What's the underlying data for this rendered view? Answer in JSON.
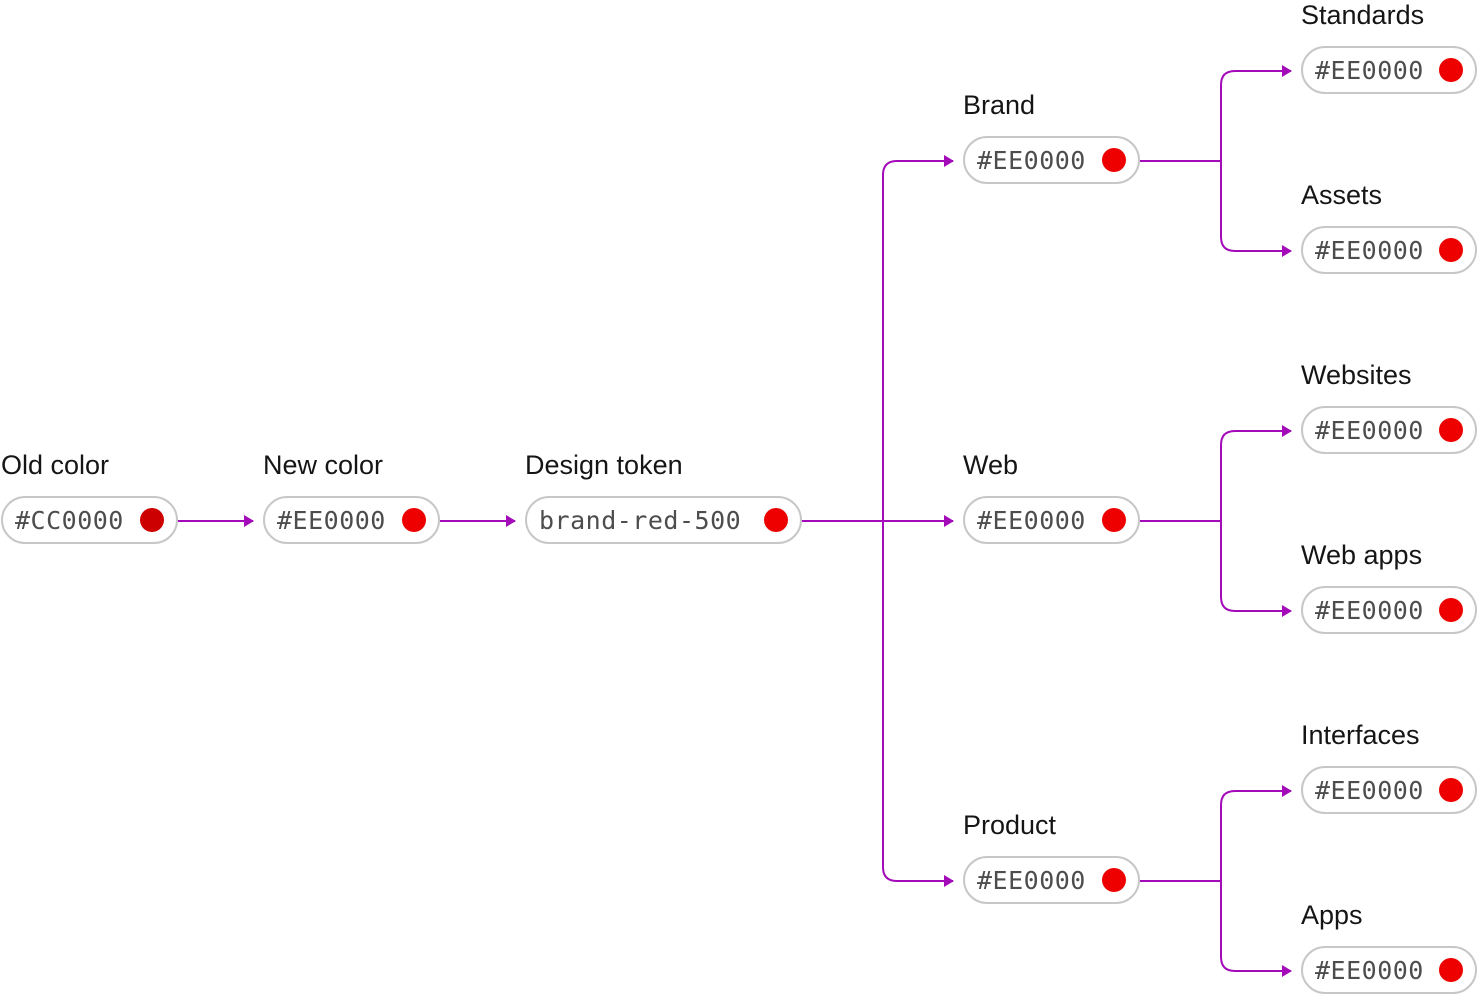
{
  "connector_color": "#a30bb8",
  "nodes": {
    "old_color": {
      "label": "Old color",
      "value": "#CC0000",
      "swatch": "#cc0000"
    },
    "new_color": {
      "label": "New color",
      "value": "#EE0000",
      "swatch": "#ee0000"
    },
    "design_token": {
      "label": "Design token",
      "value": "brand-red-500",
      "swatch": "#ee0000"
    },
    "brand": {
      "label": "Brand",
      "value": "#EE0000",
      "swatch": "#ee0000"
    },
    "web": {
      "label": "Web",
      "value": "#EE0000",
      "swatch": "#ee0000"
    },
    "product": {
      "label": "Product",
      "value": "#EE0000",
      "swatch": "#ee0000"
    },
    "standards": {
      "label": "Standards",
      "value": "#EE0000",
      "swatch": "#ee0000"
    },
    "assets": {
      "label": "Assets",
      "value": "#EE0000",
      "swatch": "#ee0000"
    },
    "websites": {
      "label": "Websites",
      "value": "#EE0000",
      "swatch": "#ee0000"
    },
    "web_apps": {
      "label": "Web apps",
      "value": "#EE0000",
      "swatch": "#ee0000"
    },
    "interfaces": {
      "label": "Interfaces",
      "value": "#EE0000",
      "swatch": "#ee0000"
    },
    "apps": {
      "label": "Apps",
      "value": "#EE0000",
      "swatch": "#ee0000"
    }
  }
}
